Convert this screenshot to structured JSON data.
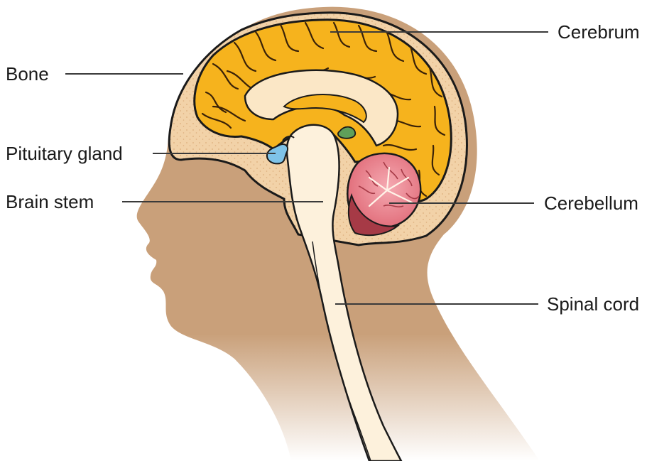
{
  "labels": {
    "cerebrum": "Cerebrum",
    "bone": "Bone",
    "pituitary_gland": "Pituitary gland",
    "brain_stem": "Brain stem",
    "cerebellum": "Cerebellum",
    "spinal_cord": "Spinal cord"
  },
  "colors": {
    "skin": "#c9a07a",
    "bone": "#f2d2a8",
    "bone_dots": "#e2b888",
    "outline": "#1a1a1a",
    "cerebrum": "#f6b31d",
    "cerebrum_fold": "#3a2208",
    "white_matter": "#fbe7c6",
    "brain_stem": "#fdf1dc",
    "pituitary": "#7fc3e8",
    "pineal": "#5fa05a",
    "cerebellum": "#e67b86",
    "cerebellum_dark": "#a63a46",
    "leader": "#3a3a3a"
  }
}
